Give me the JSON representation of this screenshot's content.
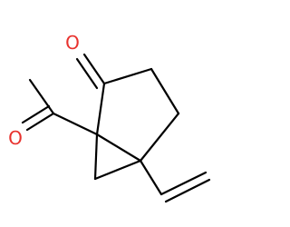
{
  "structure": {
    "atoms": [
      {
        "id": "o_ring_ketone",
        "element": "O",
        "label": "O",
        "color": "#e8322e"
      },
      {
        "id": "o_acetyl",
        "element": "O",
        "label": "O",
        "color": "#e8322e"
      }
    ],
    "bond_color": "#000000"
  }
}
